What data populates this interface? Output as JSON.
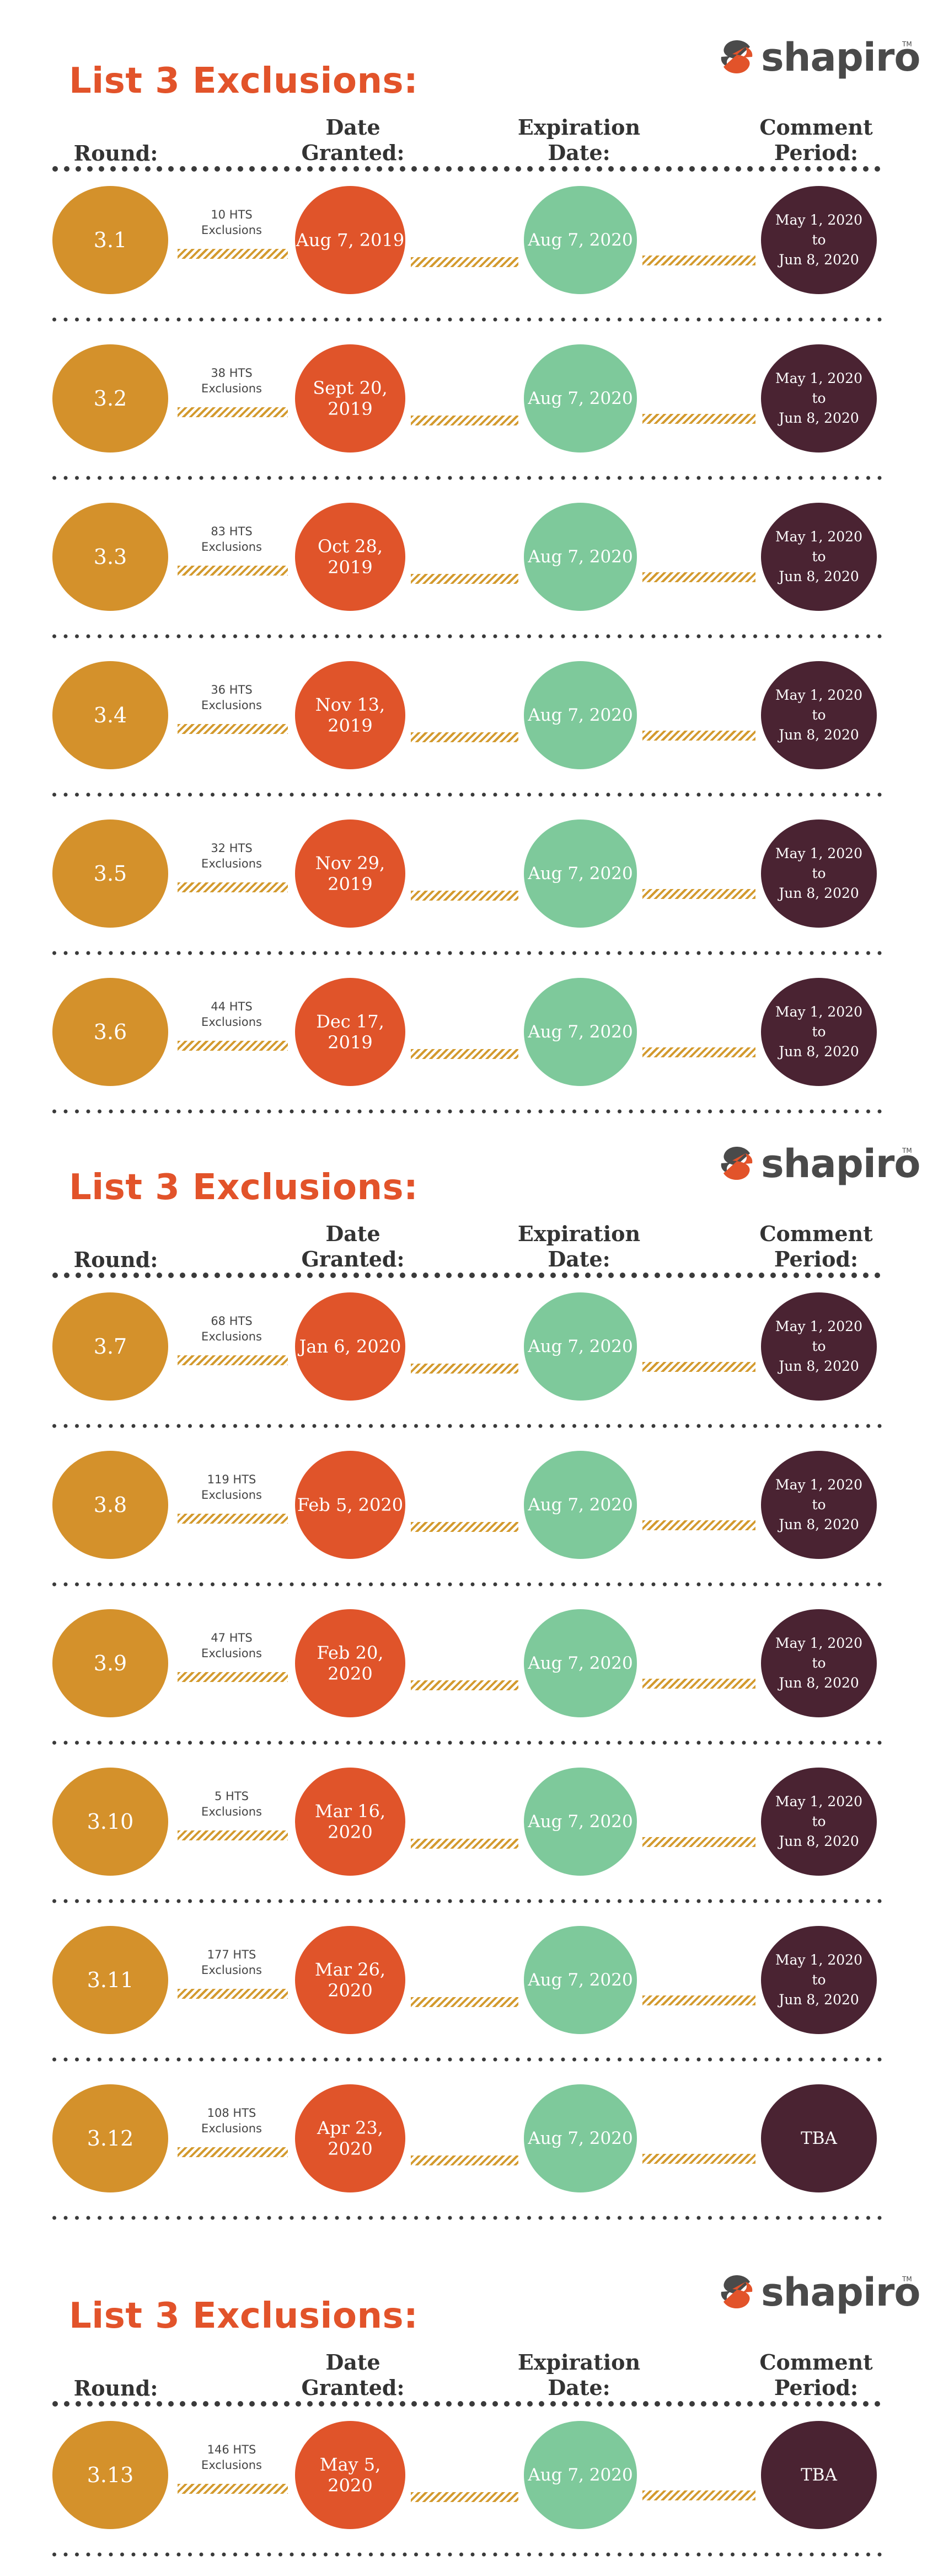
{
  "brand": {
    "name": "shapiro",
    "tm": "TM",
    "colors": {
      "orange": "#e2532a",
      "gold": "#d4912b",
      "green": "#7ec99b",
      "plum": "#4a2332",
      "gray": "#4a4a4a"
    }
  },
  "sections": [
    {
      "title": "List 3 Exclusions:",
      "headers": {
        "round": "Round:",
        "date": [
          "Date",
          "Granted:"
        ],
        "exp": [
          "Expiration",
          "Date:"
        ],
        "comment": [
          "Comment",
          "Period:"
        ]
      },
      "rows": [
        {
          "round": "3.1",
          "hts": [
            "10 HTS",
            "Exclusions"
          ],
          "granted": "Aug 7, 2019",
          "expiration": "Aug 7, 2020",
          "comment": [
            "May 1, 2020",
            "to",
            "Jun 8, 2020"
          ]
        },
        {
          "round": "3.2",
          "hts": [
            "38 HTS",
            "Exclusions"
          ],
          "granted": "Sept 20, 2019",
          "expiration": "Aug 7, 2020",
          "comment": [
            "May 1, 2020",
            "to",
            "Jun 8, 2020"
          ]
        },
        {
          "round": "3.3",
          "hts": [
            "83 HTS",
            "Exclusions"
          ],
          "granted": "Oct 28, 2019",
          "expiration": "Aug 7, 2020",
          "comment": [
            "May 1, 2020",
            "to",
            "Jun 8, 2020"
          ]
        },
        {
          "round": "3.4",
          "hts": [
            "36 HTS",
            "Exclusions"
          ],
          "granted": "Nov 13, 2019",
          "expiration": "Aug 7, 2020",
          "comment": [
            "May 1, 2020",
            "to",
            "Jun 8, 2020"
          ]
        },
        {
          "round": "3.5",
          "hts": [
            "32 HTS",
            "Exclusions"
          ],
          "granted": "Nov 29, 2019",
          "expiration": "Aug 7, 2020",
          "comment": [
            "May 1, 2020",
            "to",
            "Jun 8, 2020"
          ]
        },
        {
          "round": "3.6",
          "hts": [
            "44 HTS",
            "Exclusions"
          ],
          "granted": "Dec 17, 2019",
          "expiration": "Aug 7, 2020",
          "comment": [
            "May 1, 2020",
            "to",
            "Jun 8, 2020"
          ]
        }
      ]
    },
    {
      "title": "List 3 Exclusions:",
      "headers": {
        "round": "Round:",
        "date": [
          "Date",
          "Granted:"
        ],
        "exp": [
          "Expiration",
          "Date:"
        ],
        "comment": [
          "Comment",
          "Period:"
        ]
      },
      "rows": [
        {
          "round": "3.7",
          "hts": [
            "68 HTS",
            "Exclusions"
          ],
          "granted": "Jan 6, 2020",
          "expiration": "Aug 7, 2020",
          "comment": [
            "May 1, 2020",
            "to",
            "Jun 8, 2020"
          ]
        },
        {
          "round": "3.8",
          "hts": [
            "119 HTS",
            "Exclusions"
          ],
          "granted": "Feb 5, 2020",
          "expiration": "Aug 7, 2020",
          "comment": [
            "May 1, 2020",
            "to",
            "Jun 8, 2020"
          ]
        },
        {
          "round": "3.9",
          "hts": [
            "47 HTS",
            "Exclusions"
          ],
          "granted": "Feb 20, 2020",
          "expiration": "Aug 7, 2020",
          "comment": [
            "May 1, 2020",
            "to",
            "Jun 8, 2020"
          ]
        },
        {
          "round": "3.10",
          "hts": [
            "5 HTS",
            "Exclusions"
          ],
          "granted": "Mar 16, 2020",
          "expiration": "Aug 7, 2020",
          "comment": [
            "May 1, 2020",
            "to",
            "Jun 8, 2020"
          ]
        },
        {
          "round": "3.11",
          "hts": [
            "177 HTS",
            "Exclusions"
          ],
          "granted": "Mar 26, 2020",
          "expiration": "Aug 7, 2020",
          "comment": [
            "May 1, 2020",
            "to",
            "Jun 8, 2020"
          ]
        },
        {
          "round": "3.12",
          "hts": [
            "108 HTS",
            "Exclusions"
          ],
          "granted": "Apr 23, 2020",
          "expiration": "Aug 7, 2020",
          "comment": [
            "TBA"
          ]
        }
      ]
    },
    {
      "title": "List 3 Exclusions:",
      "headers": {
        "round": "Round:",
        "date": [
          "Date",
          "Granted:"
        ],
        "exp": [
          "Expiration",
          "Date:"
        ],
        "comment": [
          "Comment",
          "Period:"
        ]
      },
      "rows": [
        {
          "round": "3.13",
          "hts": [
            "146 HTS",
            "Exclusions"
          ],
          "granted": "May 5, 2020",
          "expiration": "Aug 7, 2020",
          "comment": [
            "TBA"
          ]
        }
      ]
    }
  ]
}
